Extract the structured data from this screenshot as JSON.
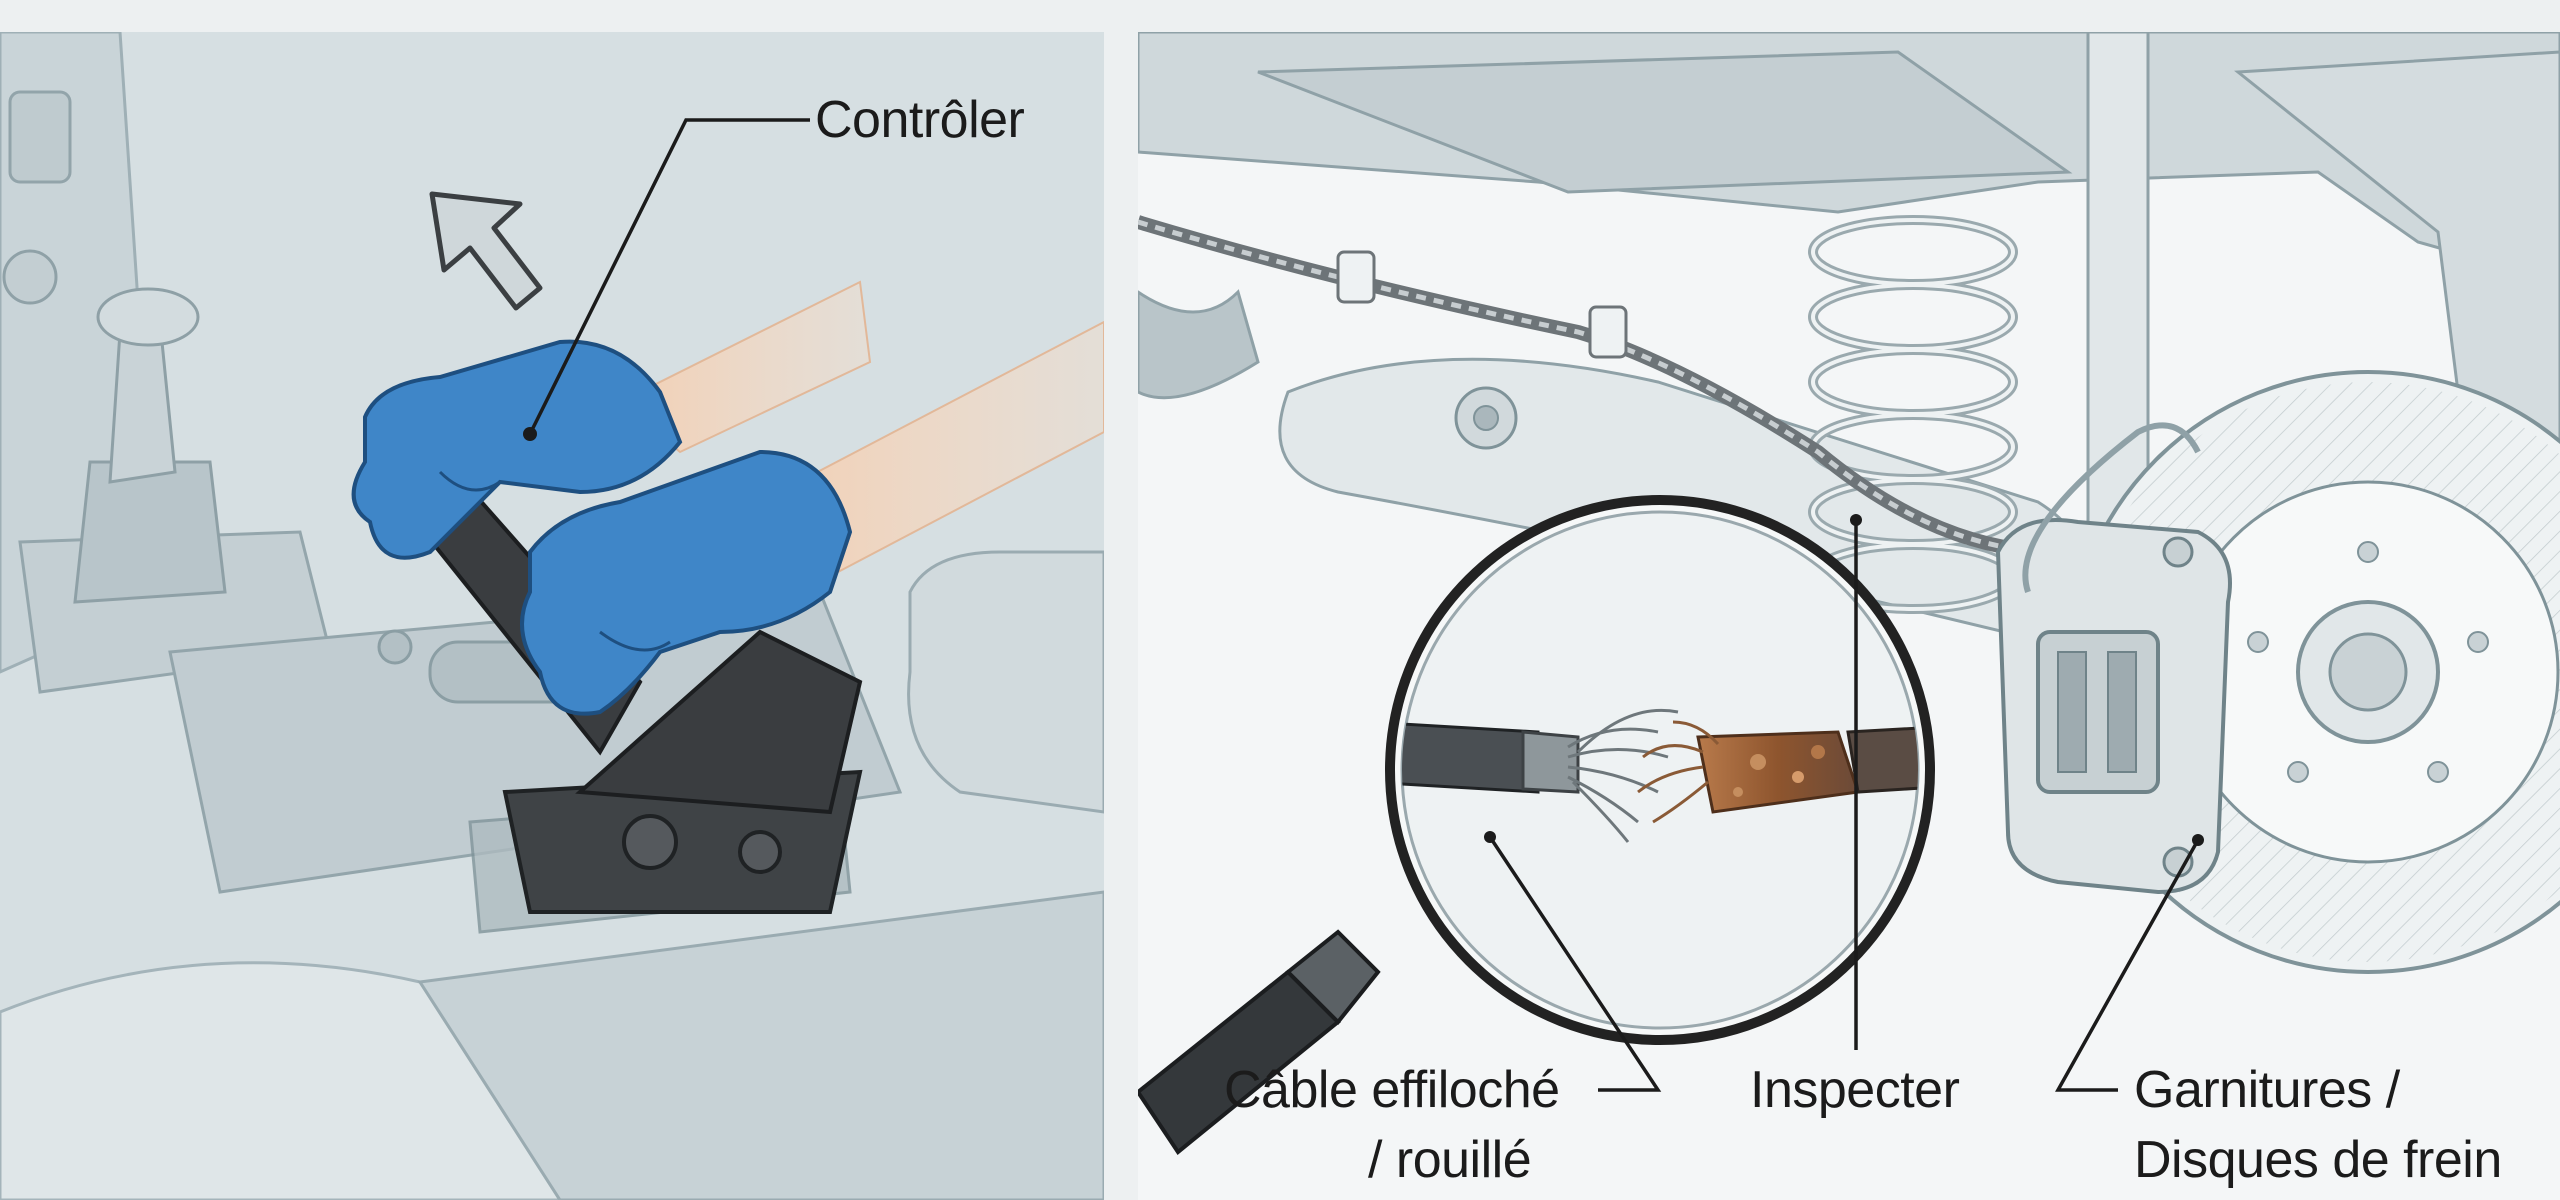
{
  "labels": {
    "controler": "Contrôler",
    "cable_line1": "Câble effiloché",
    "cable_line2": "/ rouillé",
    "inspecter": "Inspecter",
    "garnitures_line1": "Garnitures /",
    "garnitures_line2": "Disques de frein"
  },
  "colors": {
    "glove": "#3f86c8",
    "glove_dark": "#2b6aa6",
    "skin": "#f2c9ab",
    "lever": "#3a3d40",
    "rust": "#a5683c",
    "leader_line": "#1b1b1b",
    "interior_bg": "#d6dfe2",
    "underbody_bg": "#f4f6f7"
  },
  "icons": [
    "direction-arrow-icon",
    "magnifying-glass-icon"
  ]
}
